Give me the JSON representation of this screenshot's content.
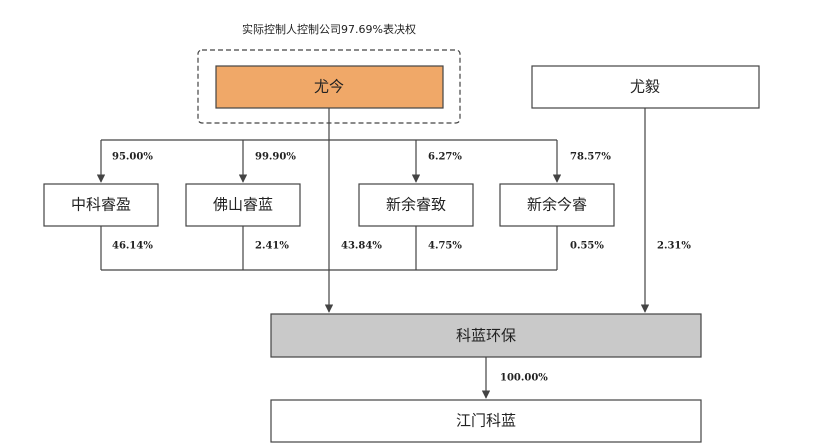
{
  "note": "实际控制人控制公司97.69%表决权",
  "nodes": {
    "youjin": "尤今",
    "youyi": "尤毅",
    "zhongke_ruiying": "中科睿盈",
    "foshan_ruilan": "佛山睿蓝",
    "xinyu_ruizhi": "新余睿致",
    "xinyu_jinrui": "新余今睿",
    "kelan_huanbao": "科蓝环保",
    "jiangmen_kelan": "江门科蓝"
  },
  "percentages": {
    "youjin_to_zhongke": "95.00%",
    "youjin_to_foshan": "99.90%",
    "youjin_to_xinyu_ruizhi": "6.27%",
    "youjin_to_xinyu_jinrui": "78.57%",
    "zhongke_to_kelan": "46.14%",
    "foshan_to_kelan": "2.41%",
    "youjin_to_kelan": "43.84%",
    "xinyu_ruizhi_to_kelan": "4.75%",
    "xinyu_jinrui_to_kelan": "0.55%",
    "youyi_to_kelan": "2.31%",
    "kelan_to_jiangmen": "100.00%"
  },
  "colors": {
    "youjin_fill": "#f0a868",
    "kelan_fill": "#c9c9c9",
    "default_fill": "#ffffff",
    "border": "#444444"
  }
}
